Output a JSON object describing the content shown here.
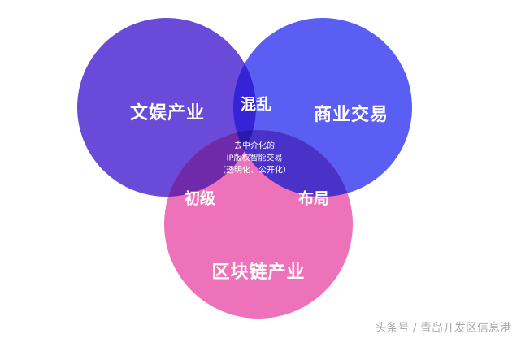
{
  "diagram": {
    "type": "venn",
    "colors": {
      "left_circle": "#6A4BD9",
      "right_circle": "#5A5EF2",
      "bottom_circle": "#EE72B9",
      "overlap_top": "#3524D6",
      "overlap_left": "#6E2AA8",
      "overlap_right": "#4A31C8",
      "overlap_center": "#2A1AA8"
    },
    "sets": {
      "left": "文娱产业",
      "right": "商业交易",
      "bottom": "区块链产业"
    },
    "intersections": {
      "left_right": "混乱",
      "left_bottom": "初级",
      "right_bottom": "布局",
      "center_lines": [
        "去中介化的",
        "IP版权智能交易",
        "（透明化、公开化）"
      ]
    }
  },
  "footer": {
    "watermark": "头条号 / 青岛开发区信息港"
  }
}
